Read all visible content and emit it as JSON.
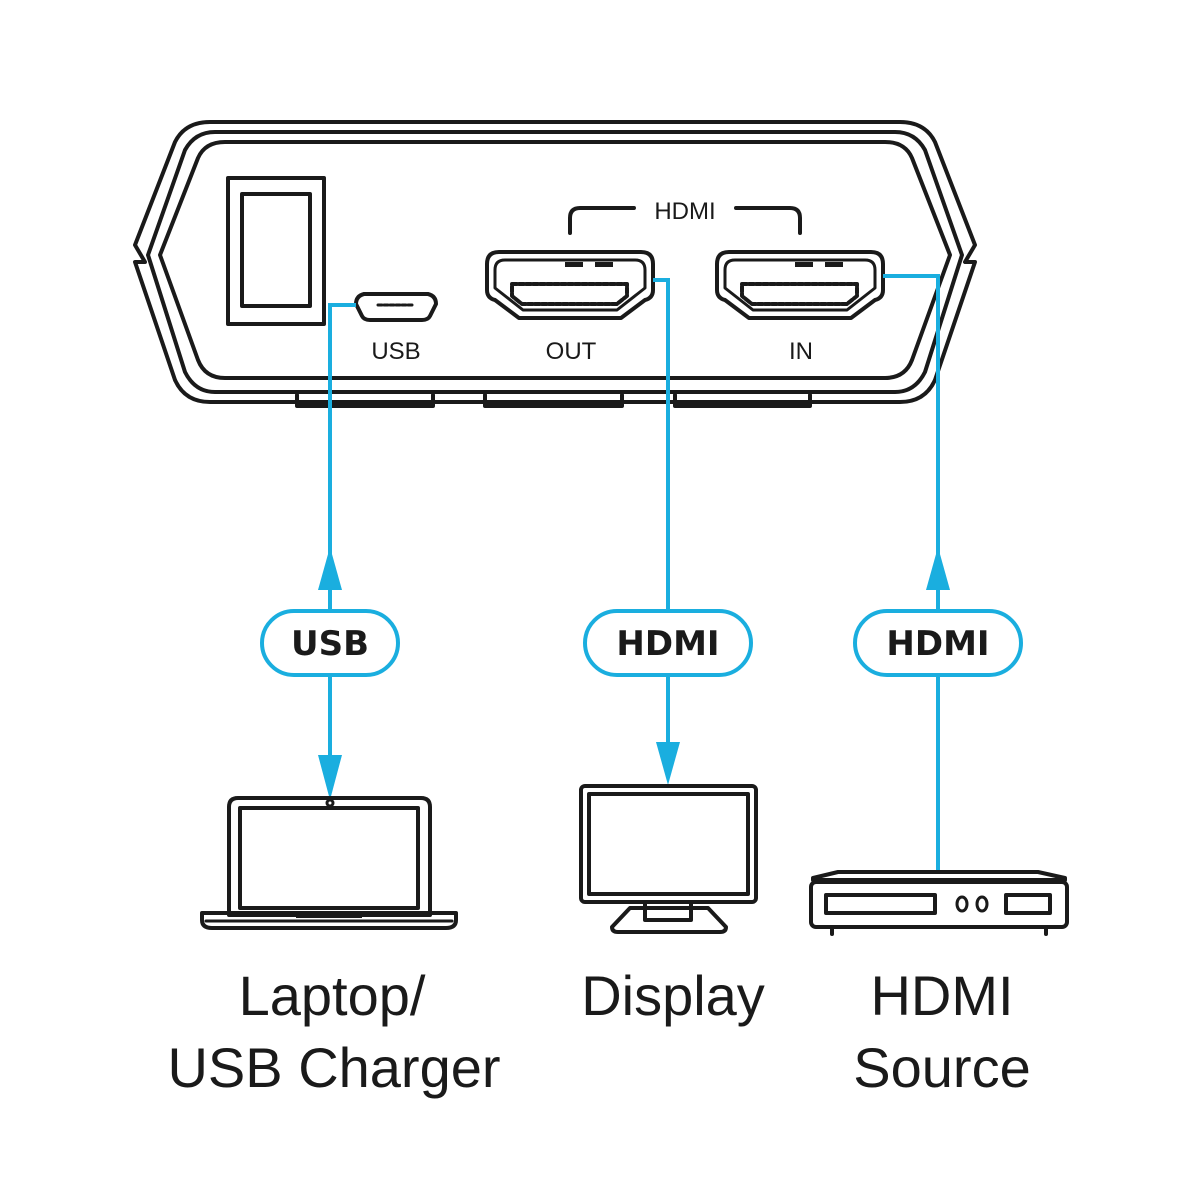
{
  "colors": {
    "cable": "#1aaedf",
    "ink": "#1a1a1a",
    "background": "#ffffff"
  },
  "device": {
    "group_label": "HDMI",
    "ports": [
      {
        "id": "usb",
        "label": "USB",
        "icon": "micro-usb-port-icon"
      },
      {
        "id": "hdmi-out",
        "label": "OUT",
        "icon": "hdmi-port-icon"
      },
      {
        "id": "hdmi-in",
        "label": "IN",
        "icon": "hdmi-port-icon"
      }
    ],
    "switch_icon": "power-switch-icon"
  },
  "connections": [
    {
      "cable_label": "USB",
      "direction": "bidirectional",
      "from_port": "USB",
      "device": "Laptop/ USB Charger"
    },
    {
      "cable_label": "HDMI",
      "direction": "to-device",
      "from_port": "OUT",
      "device": "Display"
    },
    {
      "cable_label": "HDMI",
      "direction": "to-port",
      "from_port": "IN",
      "device": "HDMI Source"
    }
  ],
  "devices": {
    "laptop": {
      "icon": "laptop-icon",
      "label_line1": "Laptop/",
      "label_line2": "USB Charger"
    },
    "display": {
      "icon": "monitor-icon",
      "label_line1": "Display"
    },
    "source": {
      "icon": "media-player-icon",
      "label_line1": "HDMI",
      "label_line2": "Source"
    }
  }
}
